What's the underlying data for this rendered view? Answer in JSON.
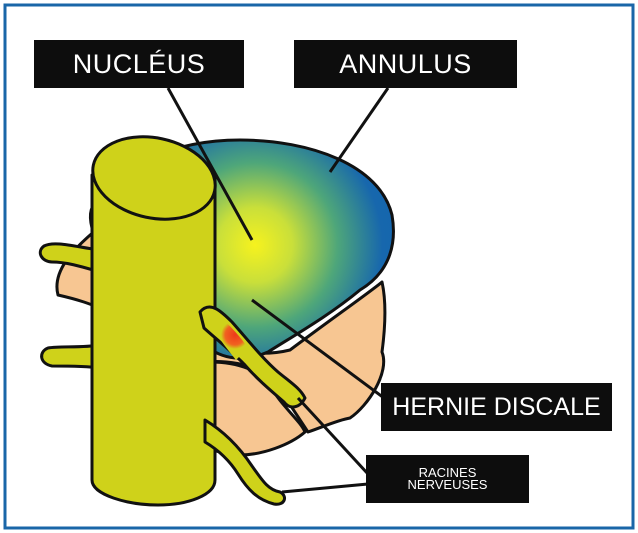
{
  "labels": {
    "nucleus": "NUCLÉUS",
    "annulus": "ANNULUS",
    "hernie": "HERNIE DISCALE",
    "racines_line1": "RACINES",
    "racines_line2": "NERVEUSES"
  },
  "colors": {
    "border": "#1a66a8",
    "annulus": "#1466ad",
    "nucleus_center": "#f4ee1e",
    "vertebra": "#f7c692",
    "spinal_cord": "#cfd21a",
    "herniation": "#e8351c",
    "label_bg": "#0d0d0d"
  }
}
